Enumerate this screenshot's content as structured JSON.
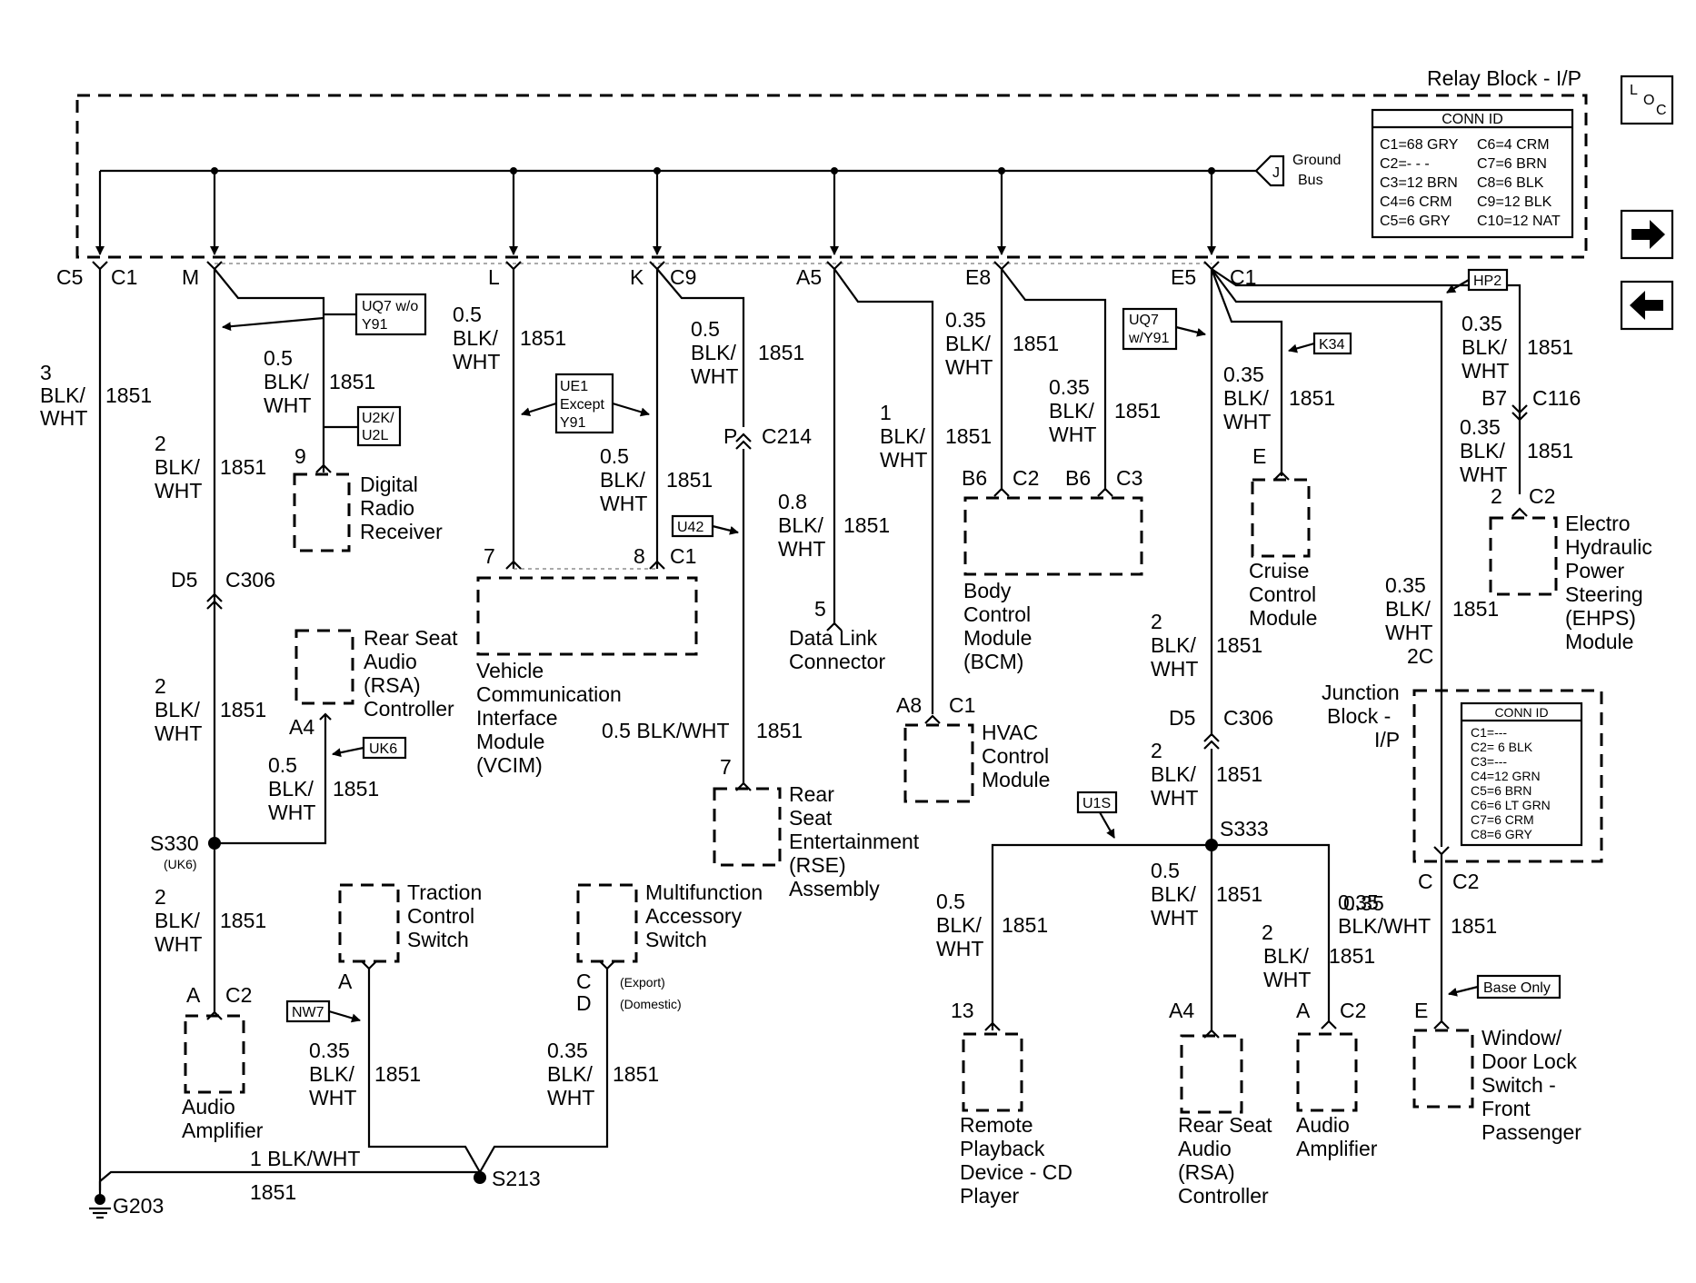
{
  "title": "Relay Block - I/P",
  "loc_button": {
    "l": "L",
    "o": "O",
    "c": "C"
  },
  "nav": {
    "forward_icon": "arrow-right-icon",
    "back_icon": "arrow-left-icon"
  },
  "ground_bus": {
    "pin": "J",
    "label1": "Ground",
    "label2": "Bus"
  },
  "relay_conn": {
    "title": "CONN ID",
    "rows": [
      [
        "C1=68 GRY",
        "C6=4 CRM"
      ],
      [
        "C2=- - -",
        "C7=6 BRN"
      ],
      [
        "C3=12 BRN",
        "C8=6 BLK"
      ],
      [
        "C4=6 CRM",
        "C9=12 BLK"
      ],
      [
        "C5=6 GRY",
        "C10=12 NAT"
      ]
    ]
  },
  "junction_conn": {
    "title": "CONN ID",
    "rows": [
      "C1=---",
      "C2= 6 BLK",
      "C3=---",
      "C4=12 GRN",
      "C5=6 BRN",
      "C6=6 LT GRN",
      "C7=6 CRM",
      "C8=6 GRY"
    ]
  },
  "labels": {
    "c5": "C5",
    "c1": "C1",
    "m": "M",
    "l": "L",
    "k": "K",
    "c9": "C9",
    "a5": "A5",
    "e8": "E8",
    "e5": "E5",
    "c1b": "C1",
    "w_3": "3",
    "blk": "BLK/",
    "wht": "WHT",
    "c1851": "1851",
    "w_05": "0.5",
    "w_2": "2",
    "w_1": "1",
    "w_08": "0.8",
    "w_035": "0.35",
    "n9": "9",
    "n7": "7",
    "n8": "8",
    "n5": "5",
    "n13": "13",
    "n2": "2",
    "d5": "D5",
    "c306": "C306",
    "a4": "A4",
    "s330": "S330",
    "uk6": "(UK6)",
    "a": "A",
    "c2": "C2",
    "c": "C",
    "d": "D",
    "e": "E",
    "p": "P",
    "c214": "C214",
    "b6": "B6",
    "c3": "C3",
    "a8": "A8",
    "s333": "S333",
    "b7": "B7",
    "c116": "C116",
    "s213": "S213",
    "g203": "G203",
    "blkwht_05": "0.5 BLK/WHT",
    "blkwht_1": "1 BLK/WHT",
    "blkwht": "BLK/WHT",
    "export": "(Export)",
    "domestic": "(Domestic)",
    "jc2c": "2C",
    "junction_block": [
      "Junction",
      "Block -",
      "I/P"
    ]
  },
  "options": {
    "uq7_wo_y91": [
      "UQ7 w/o",
      "Y91"
    ],
    "u2k_u2l": [
      "U2K/",
      "U2L"
    ],
    "ue1_except_y91": [
      "UE1",
      "Except",
      "Y91"
    ],
    "u42": "U42",
    "uk6": "UK6",
    "nw7": "NW7",
    "uq7_w_y91": [
      "UQ7",
      "w/Y91"
    ],
    "k34": "K34",
    "hp2": "HP2",
    "u1s": "U1S",
    "base_only": "Base Only"
  },
  "components": {
    "digital_radio": [
      "Digital",
      "Radio",
      "Receiver"
    ],
    "vcim": [
      "Vehicle",
      "Communication",
      "Interface",
      "Module",
      "(VCIM)"
    ],
    "rsa_controller": [
      "Rear Seat",
      "Audio",
      "(RSA)",
      "Controller"
    ],
    "data_link": [
      "Data Link",
      "Connector"
    ],
    "bcm": [
      "Body",
      "Control",
      "Module",
      "(BCM)"
    ],
    "cruise": [
      "Cruise",
      "Control",
      "Module"
    ],
    "ehps": [
      "Electro",
      "Hydraulic",
      "Power",
      "Steering",
      "(EHPS)",
      "Module"
    ],
    "hvac": [
      "HVAC",
      "Control",
      "Module"
    ],
    "rse": [
      "Rear",
      "Seat",
      "Entertainment",
      "(RSE)",
      "Assembly"
    ],
    "traction": [
      "Traction",
      "Control",
      "Switch"
    ],
    "multifunction": [
      "Multifunction",
      "Accessory",
      "Switch"
    ],
    "audio_amp_left": [
      "Audio",
      "Amplifier"
    ],
    "remote_playback": [
      "Remote",
      "Playback",
      "Device - CD",
      "Player"
    ],
    "rsa_controller_right": [
      "Rear Seat",
      "Audio",
      "(RSA)",
      "Controller"
    ],
    "audio_amp_right": [
      "Audio",
      "Amplifier"
    ],
    "window_door": [
      "Window/",
      "Door Lock",
      "Switch -",
      "Front",
      "Passenger"
    ]
  }
}
